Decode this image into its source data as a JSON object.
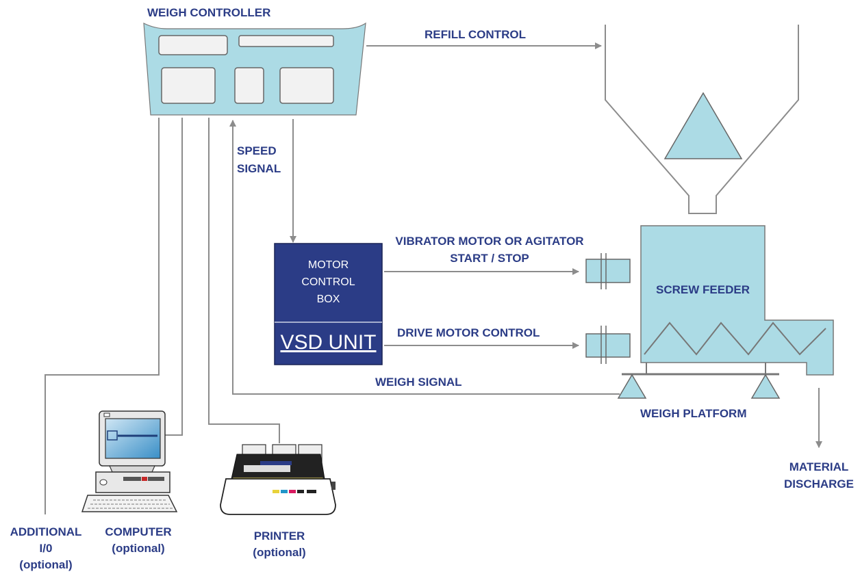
{
  "labels": {
    "weigh_controller": "WEIGH CONTROLLER",
    "refill_control": "REFILL CONTROL",
    "speed_signal_1": "SPEED",
    "speed_signal_2": "SIGNAL",
    "motor_control_box_1": "MOTOR",
    "motor_control_box_2": "CONTROL",
    "motor_control_box_3": "BOX",
    "vsd_unit": "VSD UNIT",
    "vibrator_1": "VIBRATOR MOTOR OR AGITATOR",
    "vibrator_2": "START / STOP",
    "drive_motor_control": "DRIVE MOTOR CONTROL",
    "weigh_signal": "WEIGH SIGNAL",
    "screw_feeder": "SCREW FEEDER",
    "weigh_platform": "WEIGH PLATFORM",
    "material_discharge_1": "MATERIAL",
    "material_discharge_2": "DISCHARGE",
    "additional_io_1": "ADDITIONAL",
    "additional_io_2": "I/0",
    "additional_io_3": "(optional)",
    "computer_1": "COMPUTER",
    "computer_2": "(optional)",
    "printer_1": "PRINTER",
    "printer_2": "(optional)"
  },
  "colors": {
    "label_blue": "#2b3c86",
    "equipment_light_blue": "#acdbe5",
    "motor_box_blue": "#2b3c86",
    "line_gray": "#8c8c8c"
  },
  "icons": [
    "computer-icon",
    "printer-icon",
    "motor-icon",
    "load-cell-icon"
  ]
}
